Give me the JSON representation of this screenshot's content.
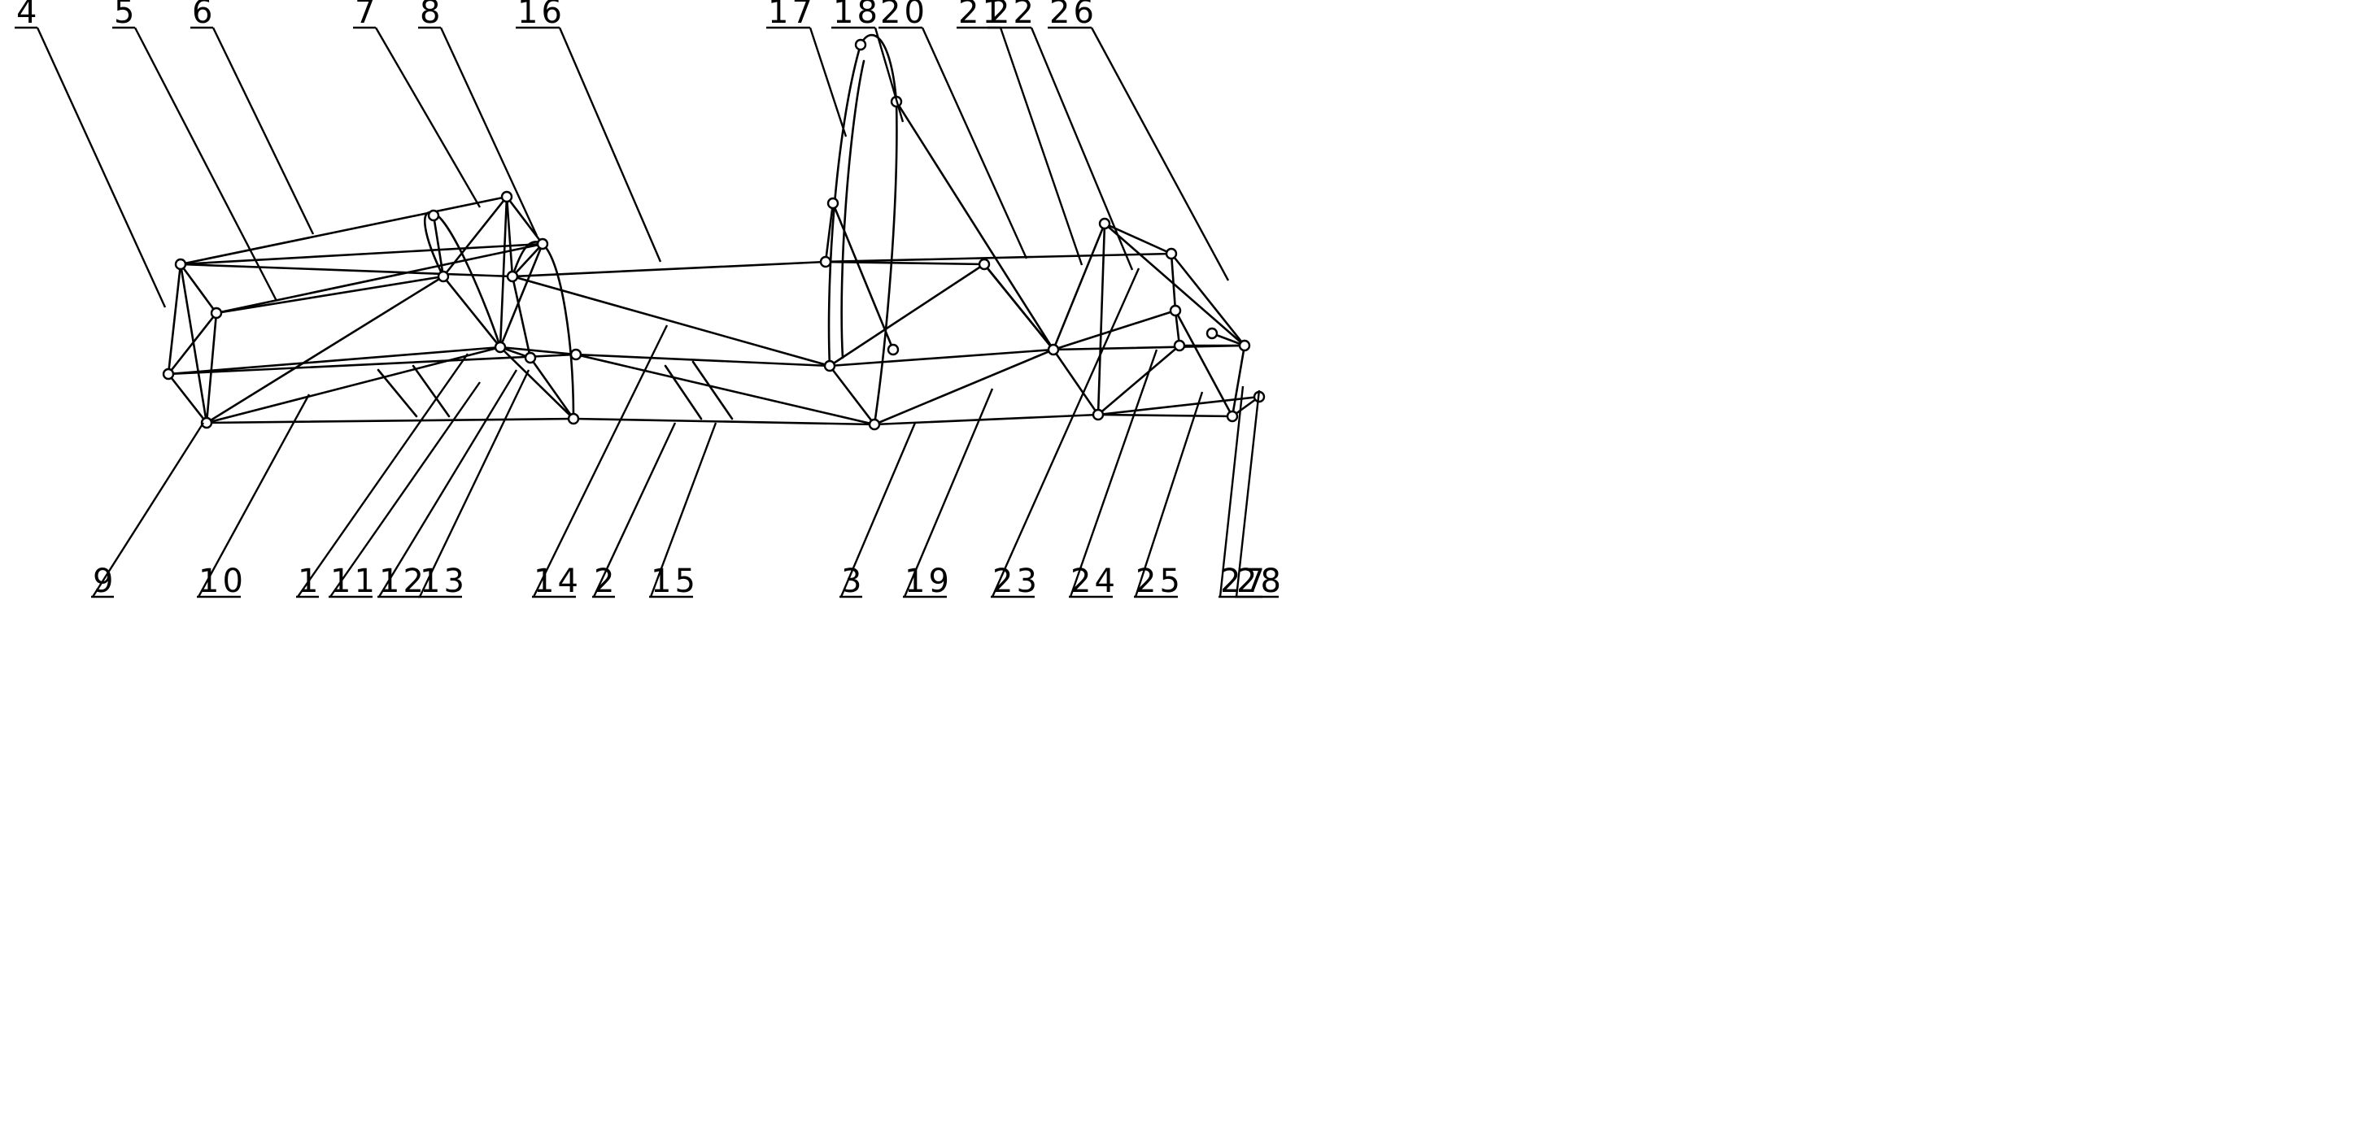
{
  "figure": {
    "top_labels": [
      {
        "key": "4",
        "text": "4"
      },
      {
        "key": "5",
        "text": "5"
      },
      {
        "key": "6",
        "text": "6"
      },
      {
        "key": "7",
        "text": "7"
      },
      {
        "key": "8",
        "text": "8"
      },
      {
        "key": "16",
        "text": "16"
      },
      {
        "key": "17",
        "text": "17"
      },
      {
        "key": "18",
        "text": "18"
      },
      {
        "key": "20",
        "text": "20"
      },
      {
        "key": "21",
        "text": "21"
      },
      {
        "key": "22",
        "text": "22"
      },
      {
        "key": "26",
        "text": "26"
      }
    ],
    "bottom_labels": [
      {
        "key": "9",
        "text": "9"
      },
      {
        "key": "10",
        "text": "10"
      },
      {
        "key": "1",
        "text": "1"
      },
      {
        "key": "11",
        "text": "11"
      },
      {
        "key": "12",
        "text": "12"
      },
      {
        "key": "13",
        "text": "13"
      },
      {
        "key": "14",
        "text": "14"
      },
      {
        "key": "2",
        "text": "2"
      },
      {
        "key": "15",
        "text": "15"
      },
      {
        "key": "3",
        "text": "3"
      },
      {
        "key": "19",
        "text": "19"
      },
      {
        "key": "23",
        "text": "23"
      },
      {
        "key": "24",
        "text": "24"
      },
      {
        "key": "25",
        "text": "25"
      },
      {
        "key": "27",
        "text": "27"
      },
      {
        "key": "28",
        "text": "28"
      }
    ]
  }
}
